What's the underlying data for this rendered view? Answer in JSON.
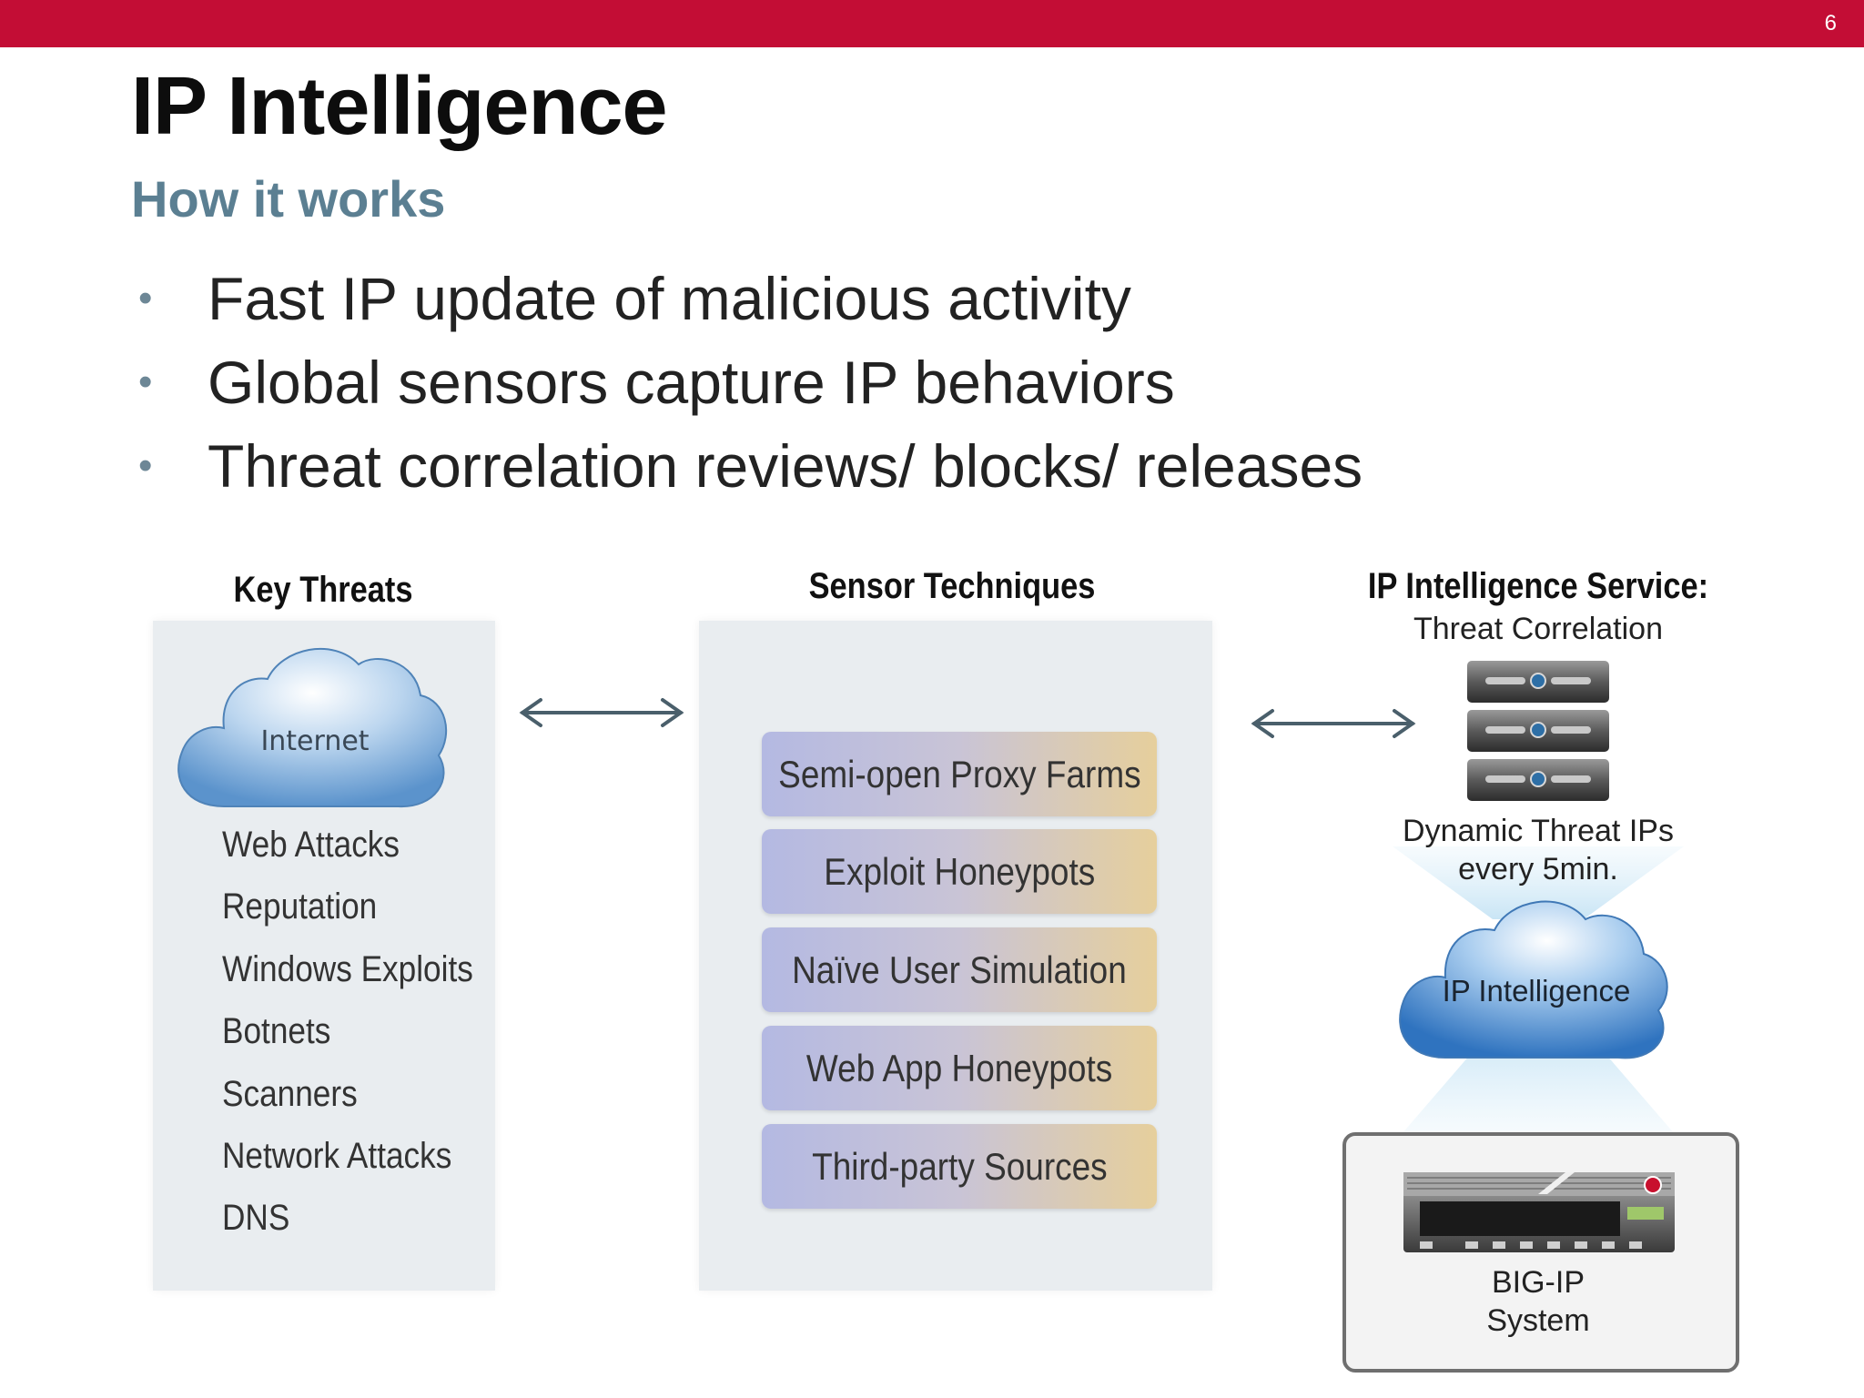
{
  "page_number": "6",
  "title": "IP Intelligence",
  "subtitle": "How it works",
  "bullets": [
    "Fast IP update of malicious activity",
    "Global sensors capture IP behaviors",
    "Threat correlation reviews/ blocks/ releases"
  ],
  "key_threats": {
    "heading": "Key Threats",
    "cloud_label": "Internet",
    "items": [
      "Web Attacks",
      "Reputation",
      "Windows Exploits",
      "Botnets",
      "Scanners",
      "Network Attacks",
      "DNS"
    ]
  },
  "sensor_techniques": {
    "heading": "Sensor Techniques",
    "items": [
      "Semi-open Proxy Farms",
      "Exploit Honeypots",
      "Naïve User Simulation",
      "Web App Honeypots",
      "Third-party Sources"
    ]
  },
  "service": {
    "heading": "IP Intelligence Service:",
    "subheading": "Threat Correlation",
    "feed_line1": "Dynamic Threat IPs",
    "feed_line2": "every 5min.",
    "cloud_label": "IP Intelligence",
    "device_line1": "BIG-IP",
    "device_line2": "System"
  },
  "colors": {
    "header_bar": "#c30d35",
    "subtitle": "#5b7f92",
    "arrow": "#4a5f6b",
    "cloud": "#6a9fd4"
  },
  "icons": [
    "internet-cloud-icon",
    "double-arrow-icon",
    "server-rack-icon",
    "ip-intelligence-cloud-icon",
    "bigip-appliance-icon"
  ]
}
